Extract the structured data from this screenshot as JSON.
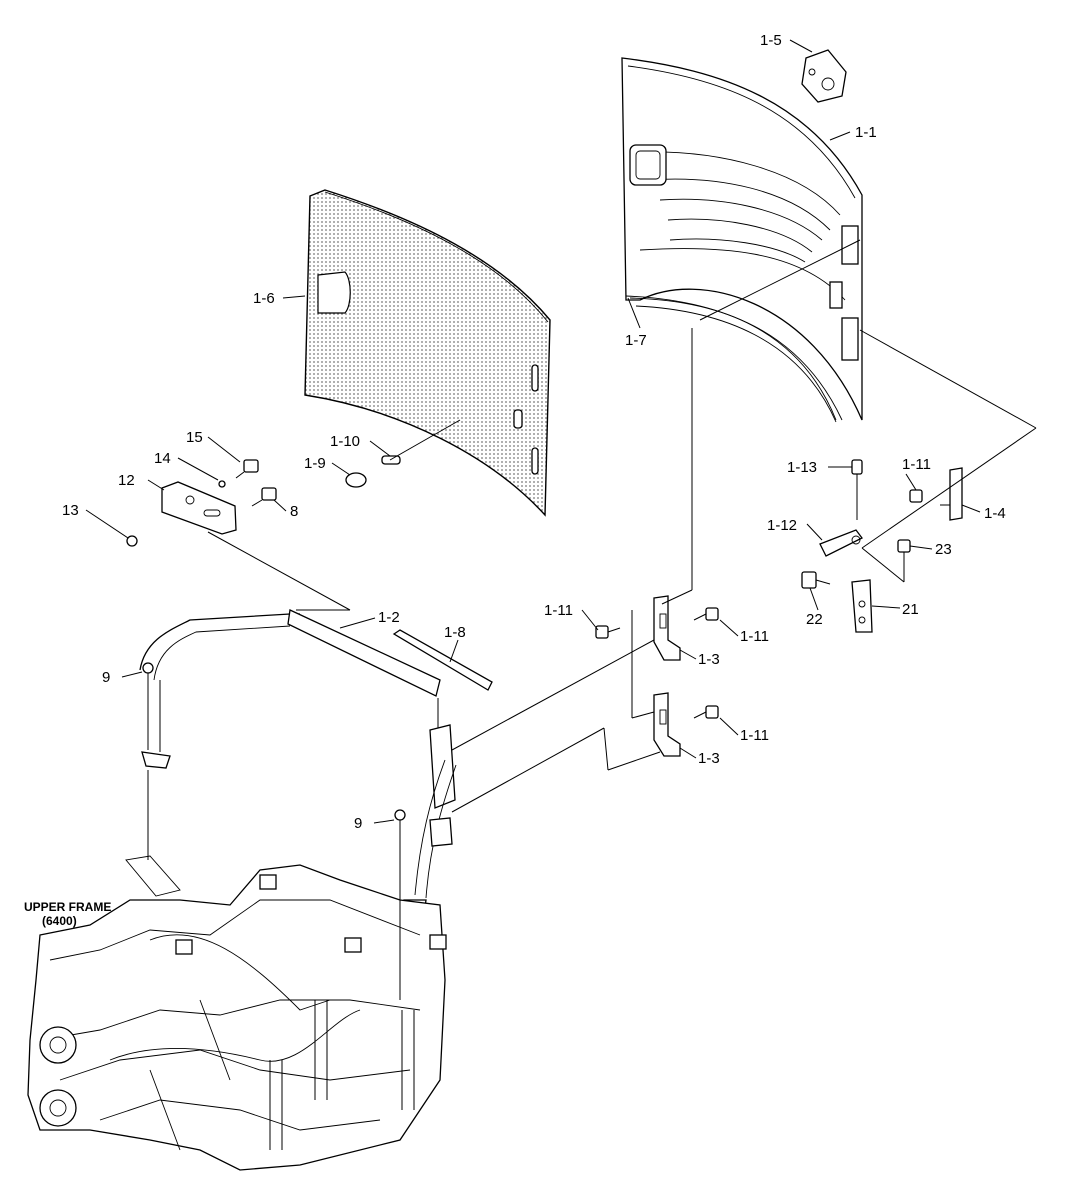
{
  "diagram": {
    "frame_caption": [
      "UPPER FRAME",
      "(6400)"
    ],
    "callouts": [
      {
        "id": "c-1-5",
        "label": "1-5"
      },
      {
        "id": "c-1-1",
        "label": "1-1"
      },
      {
        "id": "c-1-6",
        "label": "1-6"
      },
      {
        "id": "c-1-7",
        "label": "1-7"
      },
      {
        "id": "c-1-10",
        "label": "1-10"
      },
      {
        "id": "c-1-9",
        "label": "1-9"
      },
      {
        "id": "c-15",
        "label": "15"
      },
      {
        "id": "c-14",
        "label": "14"
      },
      {
        "id": "c-12",
        "label": "12"
      },
      {
        "id": "c-13",
        "label": "13"
      },
      {
        "id": "c-8",
        "label": "8"
      },
      {
        "id": "c-1-13",
        "label": "1-13"
      },
      {
        "id": "c-1-11-a",
        "label": "1-11"
      },
      {
        "id": "c-1-4",
        "label": "1-4"
      },
      {
        "id": "c-1-12",
        "label": "1-12"
      },
      {
        "id": "c-23",
        "label": "23"
      },
      {
        "id": "c-22",
        "label": "22"
      },
      {
        "id": "c-21",
        "label": "21"
      },
      {
        "id": "c-1-2",
        "label": "1-2"
      },
      {
        "id": "c-1-8",
        "label": "1-8"
      },
      {
        "id": "c-1-11-b",
        "label": "1-11"
      },
      {
        "id": "c-1-11-c",
        "label": "1-11"
      },
      {
        "id": "c-1-3-a",
        "label": "1-3"
      },
      {
        "id": "c-1-11-d",
        "label": "1-11"
      },
      {
        "id": "c-1-3-b",
        "label": "1-3"
      },
      {
        "id": "c-9-a",
        "label": "9"
      },
      {
        "id": "c-9-b",
        "label": "9"
      }
    ]
  }
}
